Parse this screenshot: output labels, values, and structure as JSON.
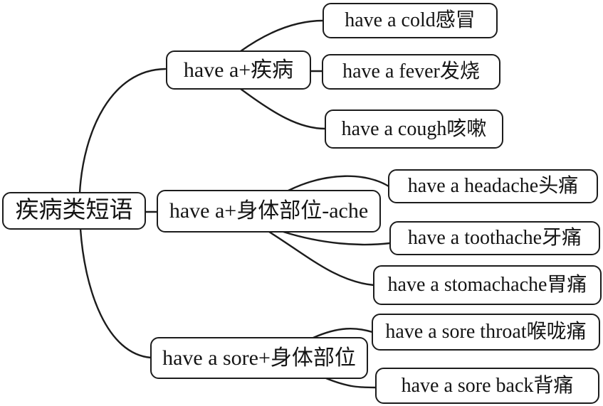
{
  "diagram": {
    "type": "mindmap",
    "root": {
      "label": "疾病类短语"
    },
    "branches": [
      {
        "label": "have a+疾病",
        "children": [
          {
            "label": "have a cold感冒"
          },
          {
            "label": "have a fever发烧"
          },
          {
            "label": "have a cough咳嗽"
          }
        ]
      },
      {
        "label": "have a+身体部位-ache",
        "children": [
          {
            "label": "have a headache头痛"
          },
          {
            "label": "have a toothache牙痛"
          },
          {
            "label": "have a stomachache胃痛"
          }
        ]
      },
      {
        "label": "have a sore+身体部位",
        "children": [
          {
            "label": "have a sore throat喉咙痛"
          },
          {
            "label": "have a sore back背痛"
          }
        ]
      }
    ],
    "colors": {
      "line": "#1c1c1c",
      "box_fill": "#ffffff",
      "text": "#141414",
      "background": "#ffffff"
    }
  }
}
